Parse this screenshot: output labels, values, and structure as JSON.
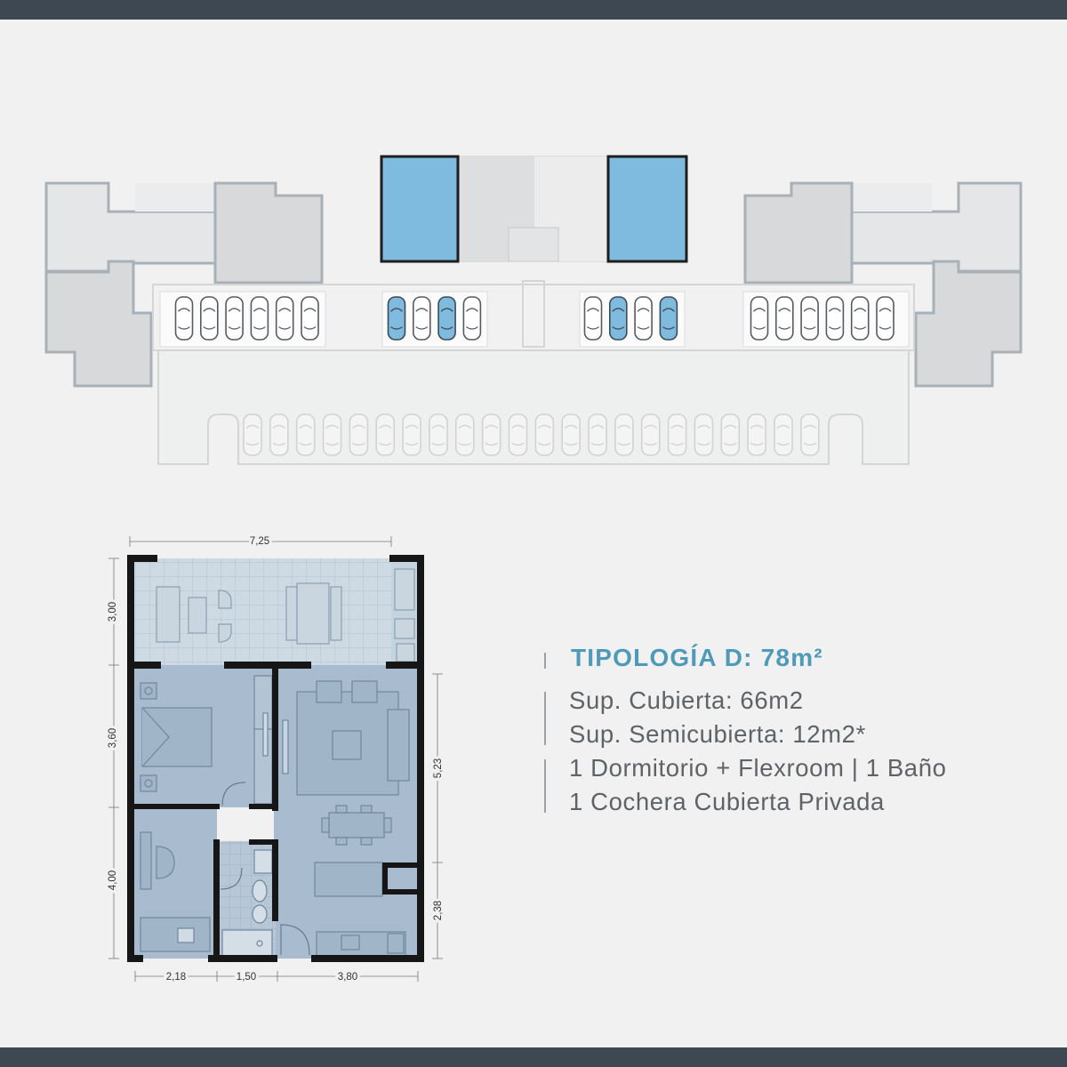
{
  "colors": {
    "band": "#3d4852",
    "highlight": "#7fbadf",
    "unit_fill": "#a9bccf",
    "terrace_fill": "#cfdbe4",
    "title": "#4f9ab8",
    "text": "#5e6368"
  },
  "site_plan": {
    "parking_rows": [
      {
        "count": 6,
        "highlighted": []
      },
      {
        "count": 4,
        "highlighted": [
          1,
          3
        ]
      },
      {
        "count": 4,
        "highlighted": [
          2,
          4
        ]
      },
      {
        "count": 6,
        "highlighted": []
      }
    ],
    "lower_row_count": 22
  },
  "floor_plan": {
    "dimensions": {
      "total_width": "7,25",
      "terrace_depth": "3,00",
      "bedroom_depth": "3,60",
      "flexroom_depth": "4,00",
      "living_depth": "5,23",
      "kitchen_depth": "2,38",
      "flexroom_width": "2,18",
      "bath_width": "1,50",
      "kitchen_width": "3,80"
    }
  },
  "info": {
    "title": "TIPOLOGÍA D:  78m²",
    "lines": [
      "Sup. Cubierta: 66m2",
      "Sup. Semicubierta: 12m2*",
      "1 Dormitorio + Flexroom  |  1 Baño",
      "1 Cochera Cubierta Privada"
    ]
  }
}
